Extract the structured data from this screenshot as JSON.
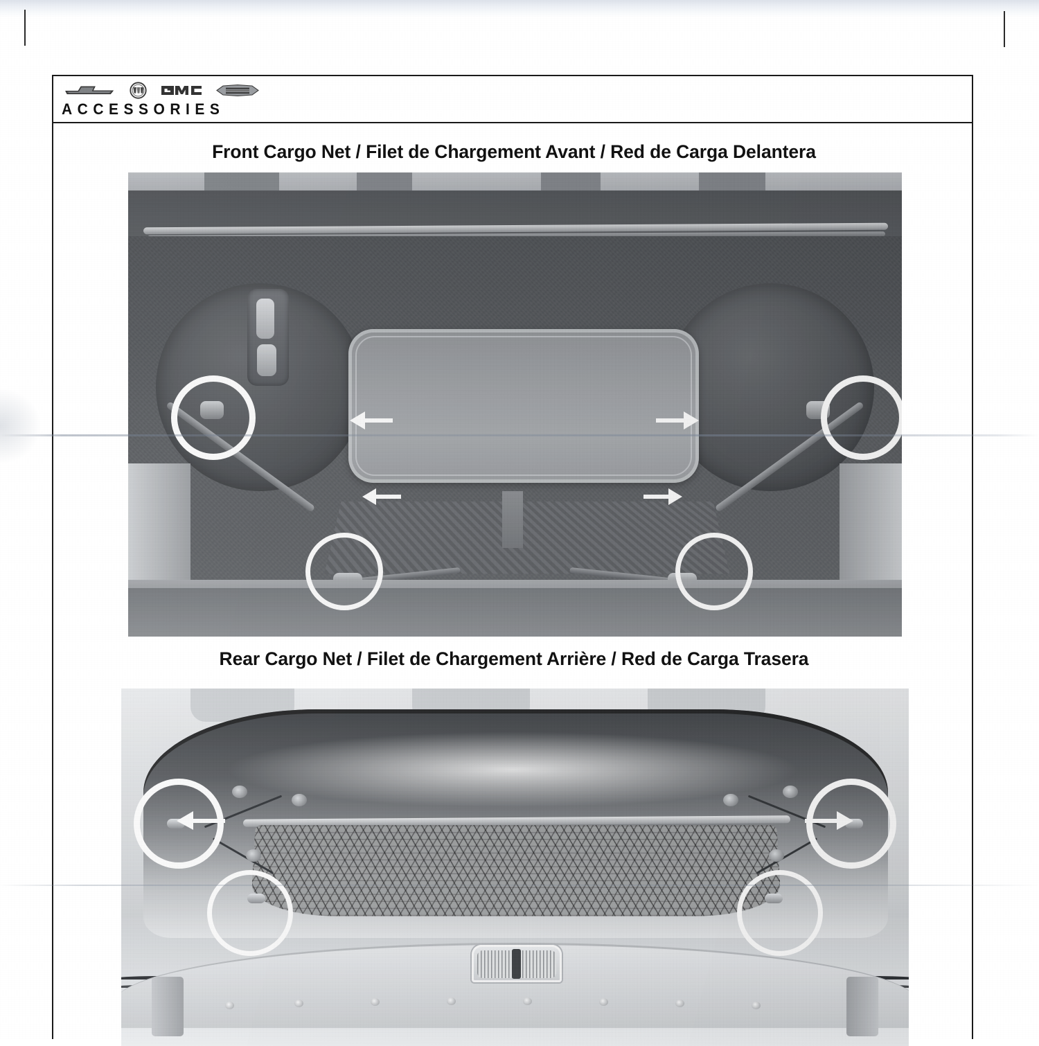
{
  "document": {
    "type": "scanned-accessory-installation-sheet",
    "header": {
      "brand_logos": [
        {
          "name": "chevrolet-bowtie-logo",
          "label": "Chevrolet"
        },
        {
          "name": "buick-tri-shield-logo",
          "label": "Buick"
        },
        {
          "name": "gmc-logo",
          "label": "GMC"
        },
        {
          "name": "cadillac-crest-logo",
          "label": "Cadillac"
        }
      ],
      "title": "ACCESSORIES"
    },
    "sections": [
      {
        "id": "front-cargo-net",
        "caption": "Front Cargo Net / Filet de Chargement Avant  / Red de Carga Delantera",
        "caption_parts": {
          "english": "Front Cargo Net",
          "french": "Filet de Chargement Avant",
          "spanish": "Red de Carga Delantera"
        },
        "photo": {
          "name": "front-trunk-photo",
          "description": "Grayscale photo of open front trunk compartment with cargo net panel",
          "annotations": {
            "highlight_circles": 4,
            "direction_arrows": 4
          }
        }
      },
      {
        "id": "rear-cargo-net",
        "caption": "Rear Cargo Net / Filet de Chargement Arrière / Red de Carga Trasera",
        "caption_parts": {
          "english": "Rear Cargo Net",
          "french": "Filet de Chargement Arrière",
          "spanish": "Red de Carga Trasera"
        },
        "photo": {
          "name": "rear-trunk-photo",
          "description": "Grayscale photo of rear cargo area with hexagonal mesh cargo net installed",
          "annotations": {
            "highlight_circles": 4,
            "direction_arrows": 2
          }
        }
      }
    ],
    "colors": {
      "ink": "#1a1a1a",
      "paper": "#ffffff",
      "annotation": "#ffffff",
      "photo_mid_gray": "#8c8f93"
    }
  }
}
